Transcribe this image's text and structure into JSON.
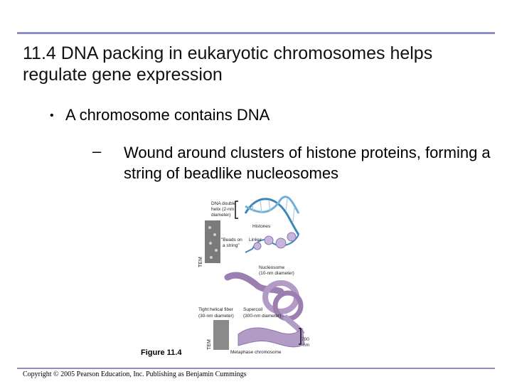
{
  "slide": {
    "title": "11.4 DNA packing in eukaryotic chromosomes helps regulate gene expression",
    "bullet": "A chromosome contains DNA",
    "sub_bullet_marker": "–",
    "sub_bullet": "Wound around clusters of histone proteins, forming a string of beadlike nucleosomes"
  },
  "figure": {
    "labels": {
      "dna_helix_line1": "DNA double",
      "dna_helix_line2": "helix (2-nm",
      "dna_helix_line3": "diameter)",
      "histones": "Histones",
      "beads_line1": "\"Beads on",
      "beads_line2": "a string\"",
      "linker": "Linker",
      "nucleosome_line1": "Nucleosome",
      "nucleosome_line2": "(10-nm diameter)",
      "fiber_line1": "Tight helical fiber",
      "fiber_line2": "(30-nm diameter)",
      "supercoil_line1": "Supercoil",
      "supercoil_line2": "(300-nm diameter)",
      "scale_value": "700",
      "scale_unit": "nm",
      "metaphase": "Metaphase chromosome",
      "tem_top": "TEM",
      "tem_bottom": "TEM"
    },
    "caption": "Figure 11.4"
  },
  "footer": {
    "copyright": "Copyright © 2005 Pearson Education, Inc. Publishing as Benjamin Cummings"
  },
  "colors": {
    "rule": "#8c8fc6",
    "dna_strand": "#3f86b8",
    "fiber": "#9a7fb0",
    "chromosome": "#b29bc4"
  }
}
